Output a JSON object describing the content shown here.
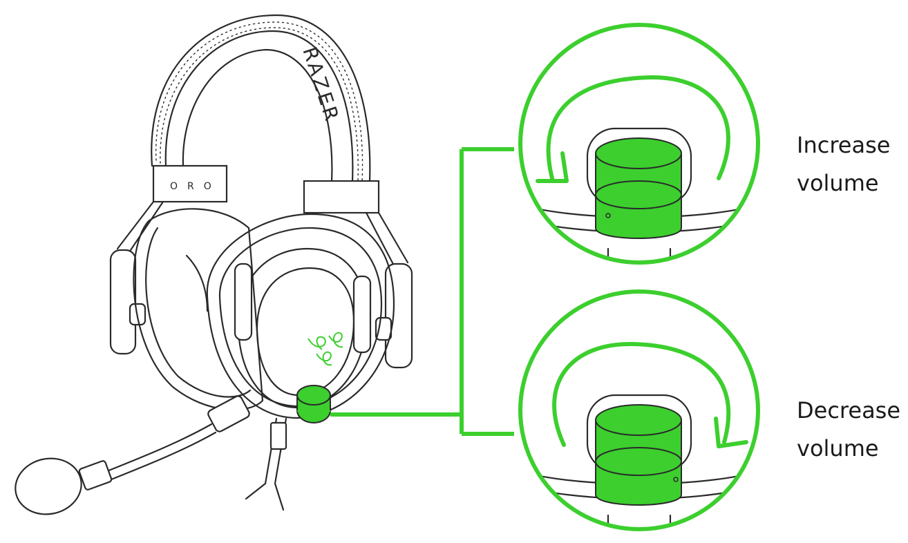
{
  "labels": {
    "increase": {
      "line1": "Increase",
      "line2": "volume"
    },
    "decrease": {
      "line1": "Decrease",
      "line2": "volume"
    }
  },
  "headband_text": "RAZER",
  "slider_marks": "ORO",
  "colors": {
    "accent": "#3ccf2e",
    "knob_fill": "#3ccf2e",
    "line": "#2a2a2a",
    "background": "#ffffff"
  },
  "icons": {
    "logo": "razer-triple-snake-logo",
    "rotate_up": "clockwise-arrow-icon",
    "rotate_down": "counterclockwise-arrow-icon"
  }
}
